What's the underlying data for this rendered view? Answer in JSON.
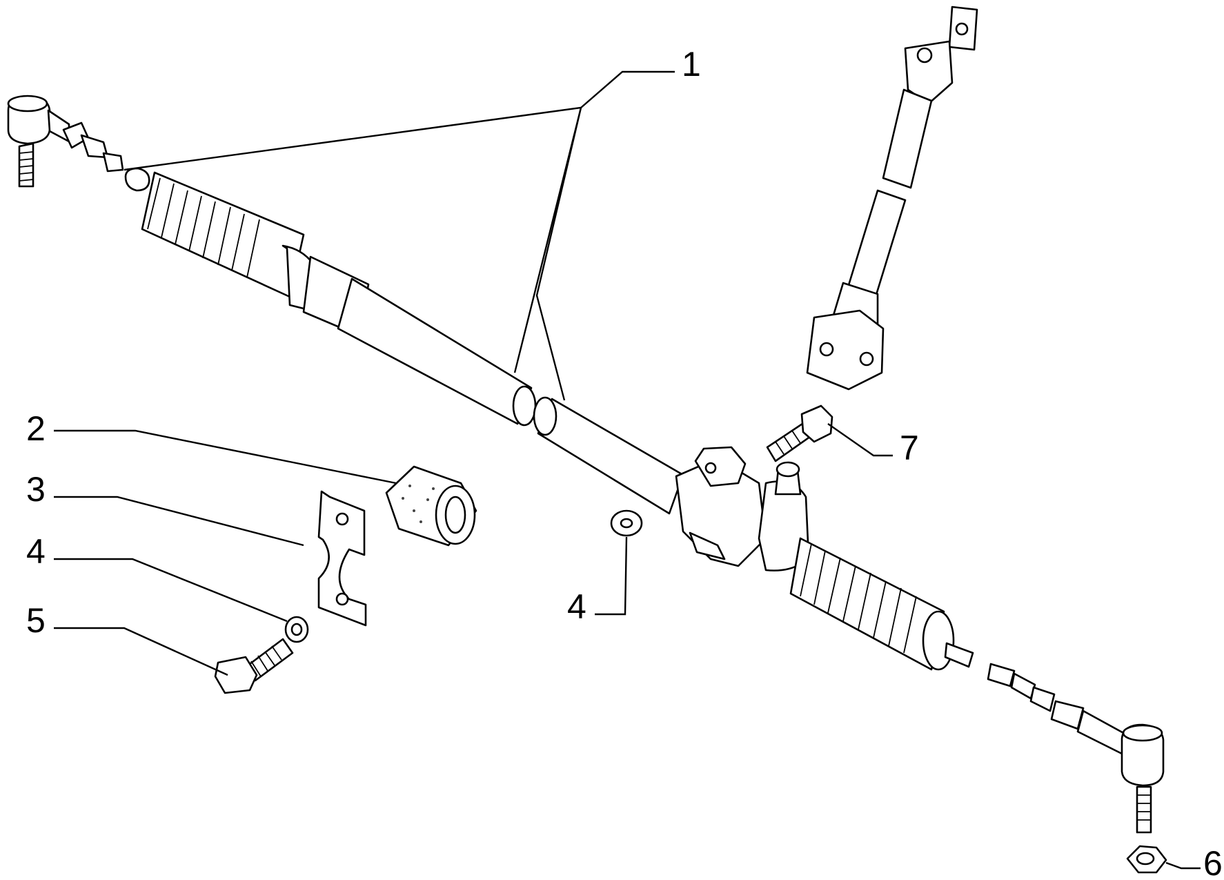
{
  "callouts": [
    {
      "label": "1"
    },
    {
      "label": "2"
    },
    {
      "label": "3"
    },
    {
      "label": "4"
    },
    {
      "label": "5"
    },
    {
      "label": "4"
    },
    {
      "label": "7"
    },
    {
      "label": "6"
    }
  ],
  "colors": {
    "line": "#000000",
    "background": "#ffffff"
  }
}
